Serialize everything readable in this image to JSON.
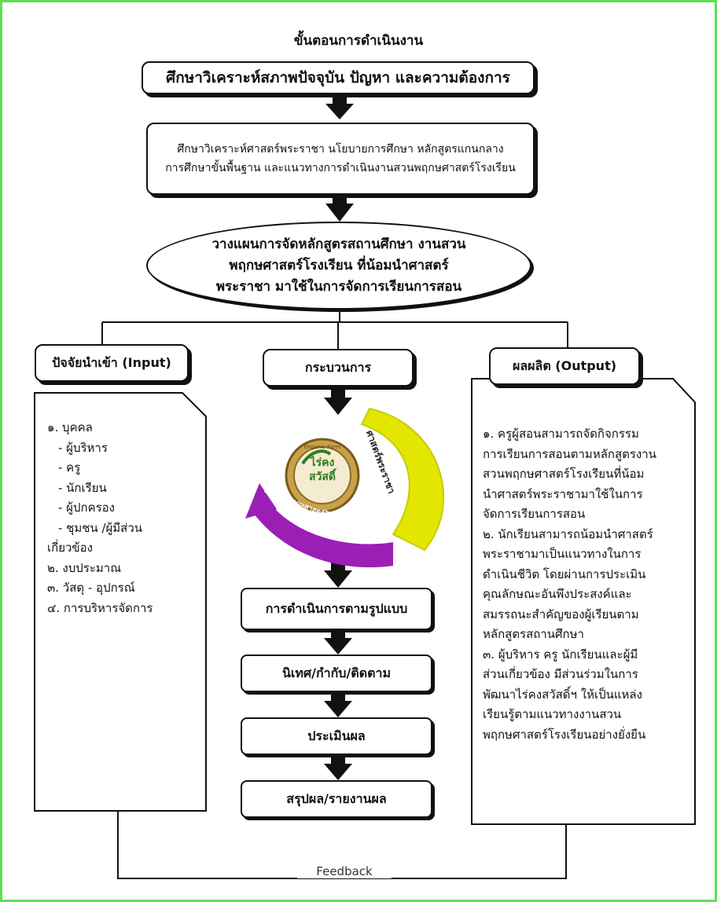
{
  "title": "ขั้นตอนการดำเนินงาน",
  "steps": {
    "step1": "ศึกษาวิเคราะห์สภาพปัจจุบัน ปัญหา และความต้องการ",
    "step2_line1": "ศึกษาวิเคราะห์ศาสตร์พระราชา นโยบายการศึกษา หลักสูตรแกนกลาง",
    "step2_line2": "การศึกษาขั้นพื้นฐาน และแนวทางการดำเนินงานสวนพฤกษศาสตร์โรงเรียน",
    "step3_line1": "วางแผนการจัดหลักสูตรสถานศึกษา งานสวน",
    "step3_line2": "พฤกษศาสตร์โรงเรียน ที่น้อมนำศาสตร์",
    "step3_line3": "พระราชา มาใช้ในการจัดการเรียนการสอน"
  },
  "input": {
    "header": "ปัจจัยนำเข้า (Input)",
    "items": [
      "๑. บุคคล",
      "   - ผู้บริหาร",
      "   - ครู",
      "   - นักเรียน",
      "   - ผู้ปกครอง",
      "   - ชุมชน /ผู้มีส่วน",
      "เกี่ยวข้อง",
      "๒. งบประมาณ",
      "๓. วัสดุ - อุปกรณ์",
      "๔. การบริหารจัดการ"
    ]
  },
  "process": {
    "header": "กระบวนการ",
    "logo_text": "ไร่คงสวัสดิ์",
    "logo_sub": "Organic Farm",
    "arrow_left_text": "งานสวนพฤกษศาสตร์โรงเรียน",
    "arrow_right_text": "ศาสตร์พระราชา",
    "steps": [
      "การดำเนินการตามรูปแบบ",
      "นิเทศ/กำกับ/ติดตาม",
      "ประเมินผล",
      "สรุปผล/รายงานผล"
    ]
  },
  "output": {
    "header": "ผลผลิต (Output)",
    "lines": [
      "๑. ครูผู้สอนสามารถจัดกิจกรรม",
      "การเรียนการสอนตามหลักสูตรงาน",
      "สวนพฤกษศาสตร์โรงเรียนที่น้อม",
      "นำศาสตร์พระราชามาใช้ในการ",
      "จัดการเรียนการสอน",
      "๒. นักเรียนสามารถน้อมนำศาสตร์",
      "พระราชามาเป็นแนวทางในการ",
      "ดำเนินชีวิต โดยผ่านการประเมิน",
      "คุณลักษณะอันพึงประสงค์และ",
      "สมรรถนะสำคัญของผู้เรียนตาม",
      "หลักสูตรสถานศึกษา",
      "๓. ผู้บริหาร ครู นักเรียนและผู้มี",
      "ส่วนเกี่ยวข้อง มีส่วนร่วมในการ",
      "พัฒนาไร่คงสวัสดิ์ฯ ให้เป็นแหล่ง",
      "เรียนรู้ตามแนวทางงานสวน",
      "พฤกษศาสตร์โรงเรียนอย่างยั่งยืน"
    ]
  },
  "feedback_label": "Feedback",
  "colors": {
    "frame": "#5fdf55",
    "yellow": "#e3e600",
    "purple": "#9b1fb5"
  }
}
